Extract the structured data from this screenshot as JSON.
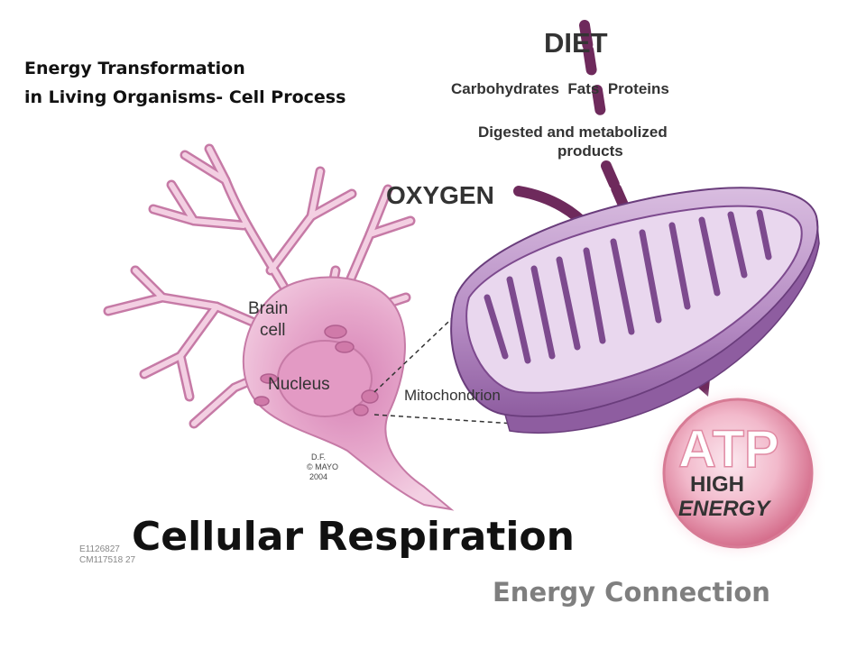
{
  "heading": {
    "line1": "Energy Transformation",
    "line2": "in Living Organisms- Cell Process"
  },
  "title": "Cellular Respiration",
  "subtitle": "Energy Connection",
  "diagram": {
    "diet": "DIET",
    "nutrients": "Carbohydrates  Fats  Proteins",
    "digested_line1": "Digested and metabolized",
    "digested_line2": "products",
    "oxygen": "OXYGEN",
    "brain_line1": "Brain",
    "brain_line2": "cell",
    "nucleus": "Nucleus",
    "mitochondrion": "Mitochondrion",
    "atp": "ATP",
    "high": "HIGH",
    "energy": "ENERGY",
    "credit_line1": "D.F.",
    "credit_line2": "© MAYO",
    "credit_line3": "2004",
    "code_line1": "E1126827",
    "code_line2": "CM117518 27"
  },
  "colors": {
    "cell_pink": "#e7a9cc",
    "cell_outline": "#c67aa6",
    "arrow_purple": "#6e2a5c",
    "mito_outer": "#b78ac3",
    "mito_inner": "#7d4a8e",
    "atp_center": "#f7d3df",
    "atp_edge": "#e0869d"
  }
}
